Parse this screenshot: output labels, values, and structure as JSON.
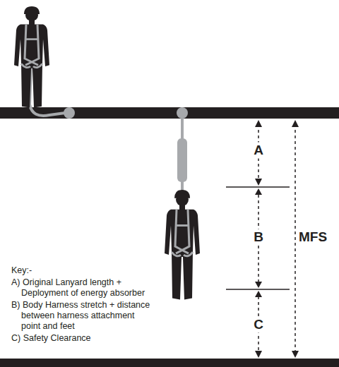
{
  "diagram": {
    "labels": [
      "A",
      "B",
      "MFS",
      "C",
      "Key:-",
      "A) Original Lanyard length + Deployment of energy absorber",
      "B) Body Harness stretch + distance between harness attachment point and feet",
      "C) Safety Clearance"
    ]
  }
}
